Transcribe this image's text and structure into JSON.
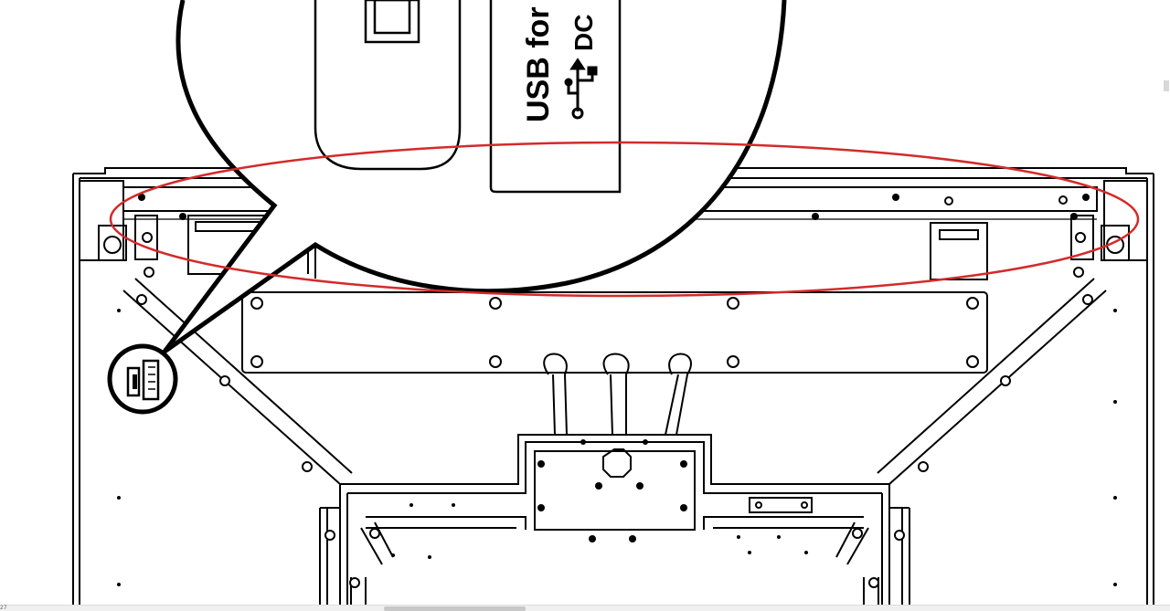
{
  "callout": {
    "label_primary": "USB for",
    "label_secondary": "DC"
  },
  "viewer": {
    "page_indicator": "27"
  },
  "colors": {
    "line": "#000000",
    "highlight": "#d42a2a",
    "background": "#ffffff",
    "scroll_thumb": "#c8c8c8"
  }
}
